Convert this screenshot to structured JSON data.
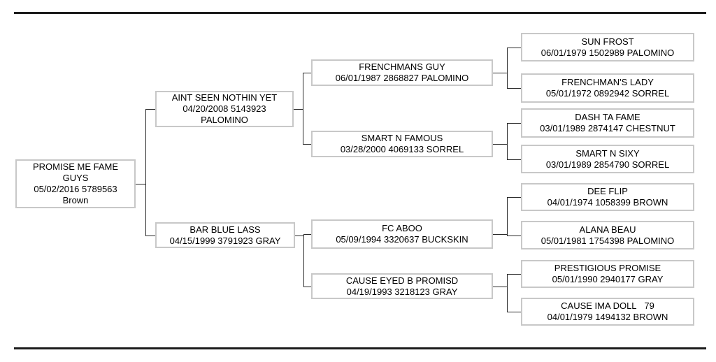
{
  "styles": {
    "background": "#ffffff",
    "box_border": "#c8c8c8",
    "wire_color": "#2a2a2a",
    "rule_color": "#1c1c1c",
    "text_color": "#000000"
  },
  "tree": {
    "nodes": [
      {
        "id": "subject",
        "lines": [
          "PROMISE ME FAME",
          "GUYS",
          "05/02/2016 5789563",
          "Brown"
        ]
      },
      {
        "id": "sire",
        "lines": [
          "AINT SEEN NOTHIN YET",
          "04/20/2008 5143923",
          "PALOMINO"
        ]
      },
      {
        "id": "dam",
        "lines": [
          "BAR BLUE LASS",
          "04/15/1999 3791923 GRAY"
        ]
      },
      {
        "id": "sire-sire",
        "lines": [
          "FRENCHMANS GUY",
          "06/01/1987 2868827 PALOMINO"
        ]
      },
      {
        "id": "sire-dam",
        "lines": [
          "SMART N FAMOUS",
          "03/28/2000 4069133 SORREL"
        ]
      },
      {
        "id": "dam-sire",
        "lines": [
          "FC ABOO",
          "05/09/1994 3320637 BUCKSKIN"
        ]
      },
      {
        "id": "dam-dam",
        "lines": [
          "CAUSE EYED B PROMISD",
          "04/19/1993 3218123 GRAY"
        ]
      },
      {
        "id": "sire-sire-sire",
        "lines": [
          "SUN FROST",
          "06/01/1979 1502989 PALOMINO"
        ]
      },
      {
        "id": "sire-sire-dam",
        "lines": [
          "FRENCHMAN'S LADY",
          "05/01/1972 0892942 SORREL"
        ]
      },
      {
        "id": "sire-dam-sire",
        "lines": [
          "DASH TA FAME",
          "03/01/1989 2874147 CHESTNUT"
        ]
      },
      {
        "id": "sire-dam-dam",
        "lines": [
          "SMART N SIXY",
          "03/01/1989 2854790 SORREL"
        ]
      },
      {
        "id": "dam-sire-sire",
        "lines": [
          "DEE FLIP",
          "04/01/1974 1058399 BROWN"
        ]
      },
      {
        "id": "dam-sire-dam",
        "lines": [
          "ALANA BEAU",
          "05/01/1981 1754398 PALOMINO"
        ]
      },
      {
        "id": "dam-dam-sire",
        "lines": [
          "PRESTIGIOUS PROMISE",
          "05/01/1990 2940177 GRAY"
        ]
      },
      {
        "id": "dam-dam-dam",
        "lines": [
          "CAUSE IMA DOLL   79",
          "04/01/1979 1494132 BROWN"
        ]
      }
    ],
    "edges": [
      {
        "from": "subject",
        "to": "sire"
      },
      {
        "from": "subject",
        "to": "dam"
      },
      {
        "from": "sire",
        "to": "sire-sire"
      },
      {
        "from": "sire",
        "to": "sire-dam"
      },
      {
        "from": "dam",
        "to": "dam-sire"
      },
      {
        "from": "dam",
        "to": "dam-dam"
      },
      {
        "from": "sire-sire",
        "to": "sire-sire-sire"
      },
      {
        "from": "sire-sire",
        "to": "sire-sire-dam"
      },
      {
        "from": "sire-dam",
        "to": "sire-dam-sire"
      },
      {
        "from": "sire-dam",
        "to": "sire-dam-dam"
      },
      {
        "from": "dam-sire",
        "to": "dam-sire-sire"
      },
      {
        "from": "dam-sire",
        "to": "dam-sire-dam"
      },
      {
        "from": "dam-dam",
        "to": "dam-dam-sire"
      },
      {
        "from": "dam-dam",
        "to": "dam-dam-dam"
      }
    ]
  }
}
